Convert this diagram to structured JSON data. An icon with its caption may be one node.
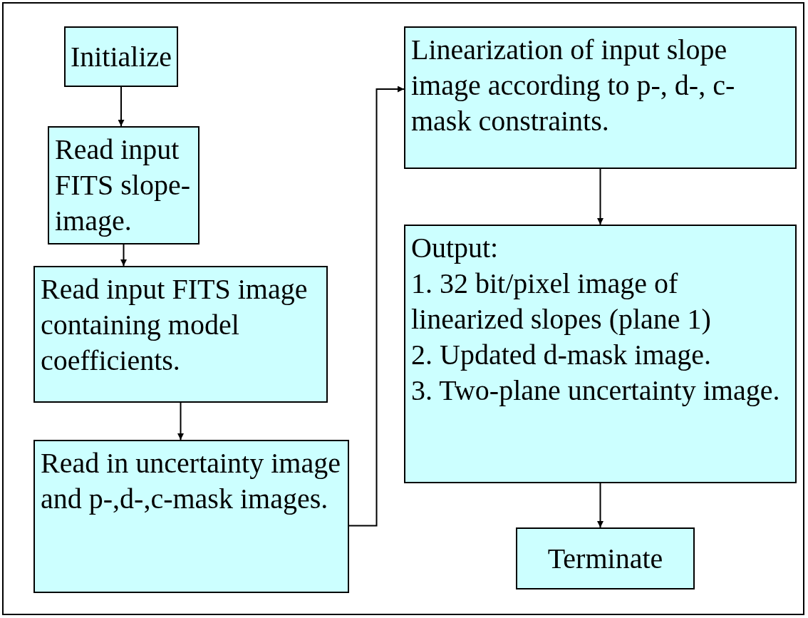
{
  "diagram": {
    "nodes": [
      {
        "text": [
          "Initialize"
        ]
      },
      {
        "text": [
          "Read input FITS slope-image."
        ]
      },
      {
        "text": [
          "Read input FITS image containing model coefficients."
        ]
      },
      {
        "text": [
          "Read in uncertainty image and p-,d-,c-mask images."
        ]
      },
      {
        "text": [
          "Linearization of input slope image according to p-, d-, c-mask constraints."
        ]
      },
      {
        "text": [
          "Output:",
          "1. 32 bit/pixel image of linearized slopes (plane 1)",
          "2. Updated d-mask image.",
          "3. Two-plane uncertainty image."
        ]
      },
      {
        "text": [
          "Terminate"
        ]
      }
    ],
    "edges": [
      {
        "from": 0,
        "to": 1,
        "arrow": "to"
      },
      {
        "from": 1,
        "to": 2,
        "arrow": "to"
      },
      {
        "from": 2,
        "to": 3,
        "arrow": "to"
      },
      {
        "from": 3,
        "to": 4,
        "arrow": "to"
      },
      {
        "from": 4,
        "to": 5,
        "arrow": "to"
      },
      {
        "from": 5,
        "to": 6,
        "arrow": "to"
      }
    ]
  }
}
